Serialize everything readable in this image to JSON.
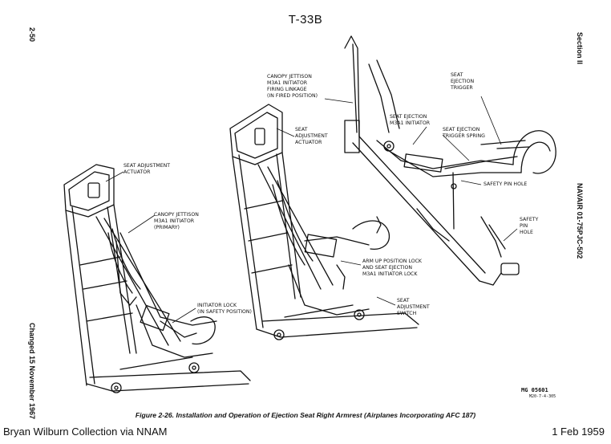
{
  "header": {
    "title": "T-33B"
  },
  "margins": {
    "left_top": "2-50",
    "left_bottom": "Changed 15 November 1967",
    "right_top": "Section II",
    "right_middle": "NAVAIR 01-75PJC-502"
  },
  "labels": {
    "seat_adjustment_actuator_1": "SEAT ADJUSTMENT\nACTUATOR",
    "canopy_jettison_primary": "CANOPY JETTISON\nM3A1 INITIATOR\n(PRIMARY)",
    "initiator_lock": "INITIATOR LOCK\n(IN SAFETY POSITION)",
    "canopy_firing_linkage": "CANOPY JETTISON\nM3A1 INITIATOR\nFIRING LINKAGE\n(IN FIRED POSITION)",
    "seat_adjustment_actuator_2": "SEAT\nADJUSTMENT\nACTUATOR",
    "arm_up_lock": "ARM UP POSITION LOCK\nAND SEAT EJECTION\nM3A1 INITIATOR LOCK",
    "seat_adjustment_switch": "SEAT\nADJUSTMENT\nSWITCH",
    "seat_ejection_initiator": "SEAT EJECTION\nM3A1 INITIATOR",
    "seat_ejection_trigger_spring": "SEAT EJECTION\nTRIGGER SPRING",
    "seat_ejection_trigger": "SEAT\nEJECTION\nTRIGGER",
    "safety_pin_hole_1": "SAFETY PIN HOLE",
    "safety_pin_hole_2": "SAFETY\nPIN\nHOLE"
  },
  "figure_ref": {
    "number": "MG 05601",
    "sub": "M20-7-4-305"
  },
  "caption": "Figure 2-26. Installation and Operation of Ejection Seat Right Armrest (Airplanes Incorporating AFC 187)",
  "footer": {
    "credit": "Bryan Wilburn Collection via NNAM",
    "date": "1 Feb 1959"
  }
}
